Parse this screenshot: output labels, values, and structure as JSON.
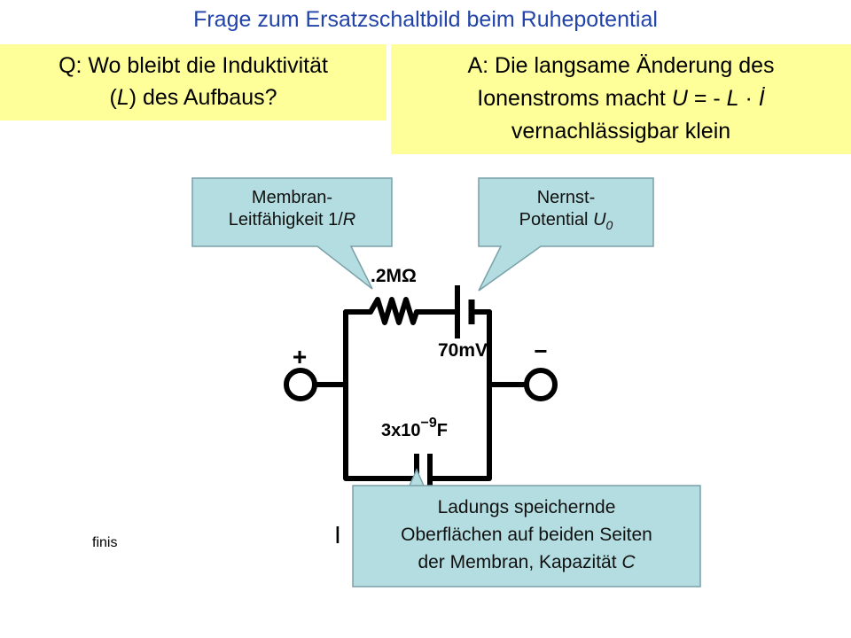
{
  "title": "Frage zum Ersatzschaltbild beim Ruhepotential",
  "question": {
    "line1": "Q: Wo bleibt die Induktivität",
    "line2_pre": "(",
    "line2_var": "L",
    "line2_post": ") des Aufbaus?"
  },
  "answer": {
    "line1": "A: Die langsame Änderung des",
    "line2_pre": "Ionenstroms macht ",
    "line2_u": "U",
    "line2_mid": " = - ",
    "line2_l": "L",
    "line2_dot": " · ",
    "line2_i": "İ",
    "line3": "vernachlässigbar klein"
  },
  "callouts": {
    "resistance": {
      "line1": "Membran-",
      "line2_pre": "Leitfähigkeit 1/",
      "line2_var": "R"
    },
    "nernst": {
      "line1": "Nernst-",
      "line2_pre": "Potential ",
      "line2_var": "U",
      "line2_sub": "0"
    },
    "capacitance": {
      "line1": "Ladungs speichernde",
      "line2": "Oberflächen auf beiden Seiten",
      "line3_pre": "der Membran,  Kapazität ",
      "line3_var": "C"
    }
  },
  "circuit": {
    "resistor_label": ".2M",
    "ohm_symbol": "Ω",
    "battery_label": "70mV",
    "capacitor_label": "3x10",
    "capacitor_exp": "−9",
    "capacitor_unit": "F",
    "plus": "+",
    "minus": "−"
  },
  "footer": {
    "finis": "finis",
    "stray": "I"
  },
  "colors": {
    "title": "#2244aa",
    "box": "#ffff99",
    "callout": "#b3dde0"
  }
}
